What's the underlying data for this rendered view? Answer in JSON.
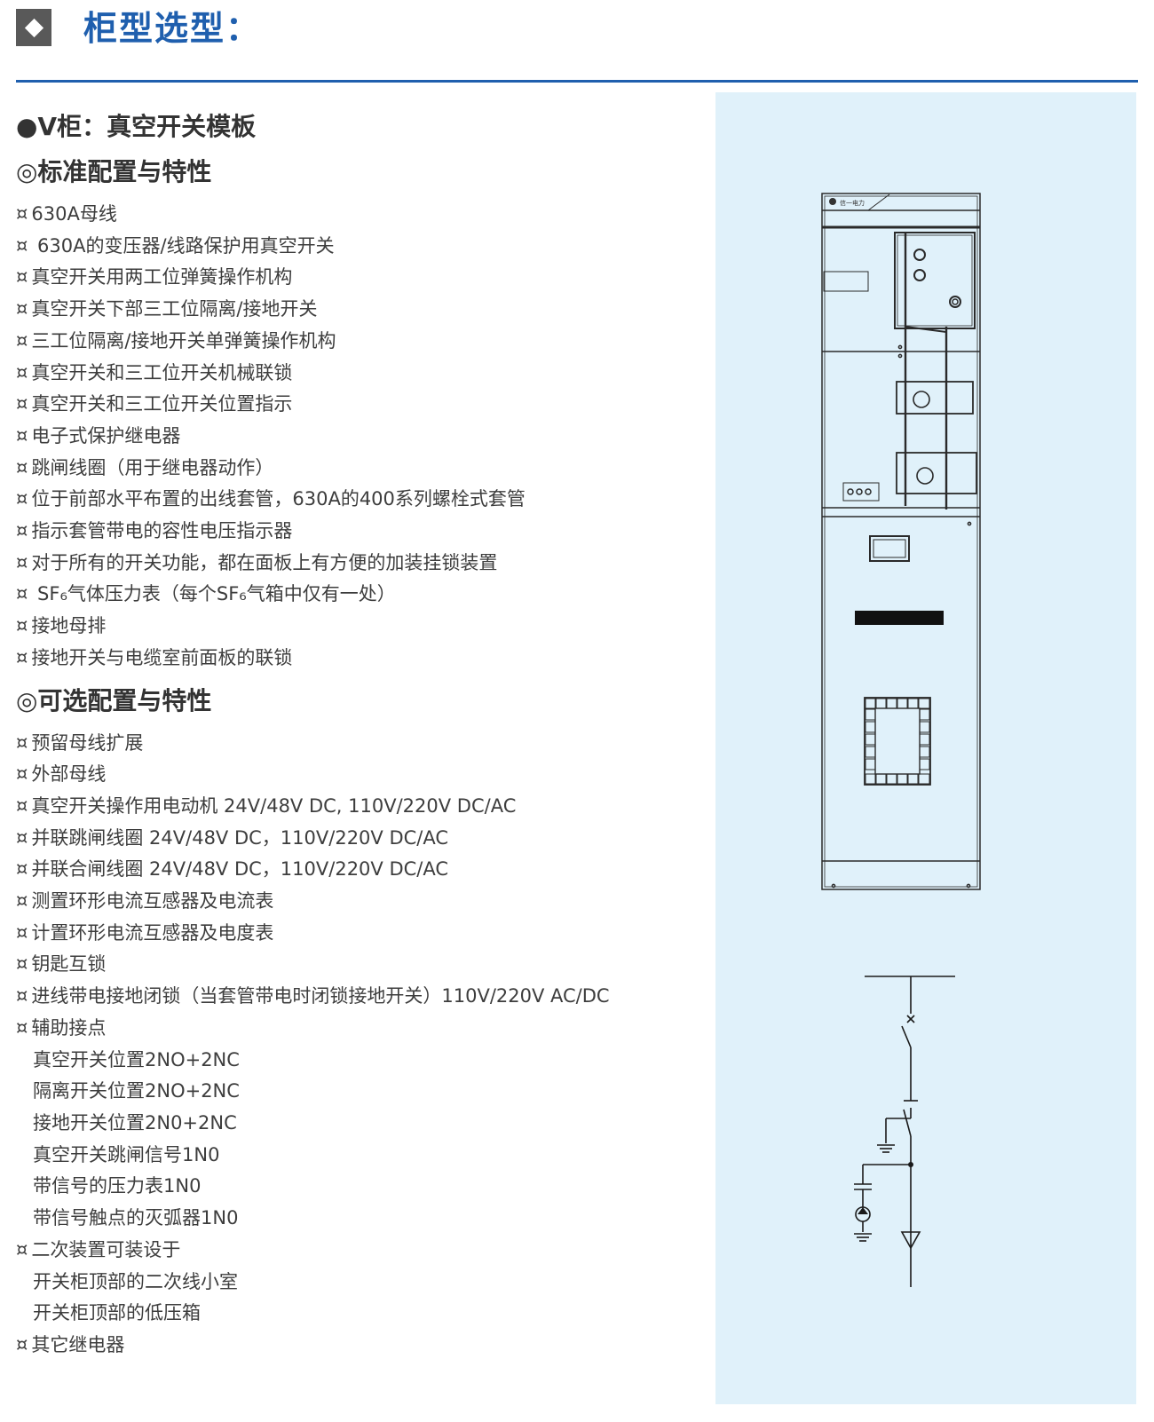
{
  "header": {
    "title": "柜型选型："
  },
  "section_title": "●V柜：真空开关模板",
  "standard": {
    "heading": "◎标准配置与特性",
    "items": [
      "630A母线",
      " 630A的变压器/线路保护用真空开关",
      "真空开关用两工位弹簧操作机构",
      "真空开关下部三工位隔离/接地开关",
      "三工位隔离/接地开关单弹簧操作机构",
      "真空开关和三工位开关机械联锁",
      "真空开关和三工位开关位置指示",
      "电子式保护继电器",
      "跳闸线圈（用于继电器动作）",
      "位于前部水平布置的出线套管，630A的400系列螺栓式套管",
      "指示套管带电的容性电压指示器",
      "对于所有的开关功能，都在面板上有方便的加装挂锁装置",
      " SF₆气体压力表（每个SF₆气箱中仅有一处）",
      "接地母排",
      "接地开关与电缆室前面板的联锁"
    ]
  },
  "optional": {
    "heading": "◎可选配置与特性",
    "items": [
      "预留母线扩展",
      "外部母线",
      "真空开关操作用电动机 24V/48V DC, 110V/220V DC/AC",
      "并联跳闸线圈 24V/48V DC，110V/220V DC/AC",
      "并联合闸线圈 24V/48V DC，110V/220V DC/AC",
      "测置环形电流互感器及电流表",
      "计置环形电流互感器及电度表",
      "钥匙互锁",
      "进线带电接地闭锁（当套管带电时闭锁接地开关）110V/220V AC/DC",
      "辅助接点"
    ],
    "aux_items": [
      "真空开关位置2NO+2NC",
      "隔离开关位置2NO+2NC",
      "接地开关位置2N0+2NC",
      "真空开关跳闸信号1N0",
      "带信号的压力表1N0",
      "带信号触点的灭弧器1N0"
    ],
    "secondary_label": "二次装置可装设于",
    "secondary_items": [
      "开关柜顶部的二次线小室",
      "开关柜顶部的低压箱"
    ],
    "last_item": "其它继电器"
  },
  "cabinet": {
    "logo_text": "信一电力"
  },
  "colors": {
    "brand_blue": "#1f5fae",
    "panel_bg": "#e0f1fa",
    "badge_gray": "#595959"
  }
}
